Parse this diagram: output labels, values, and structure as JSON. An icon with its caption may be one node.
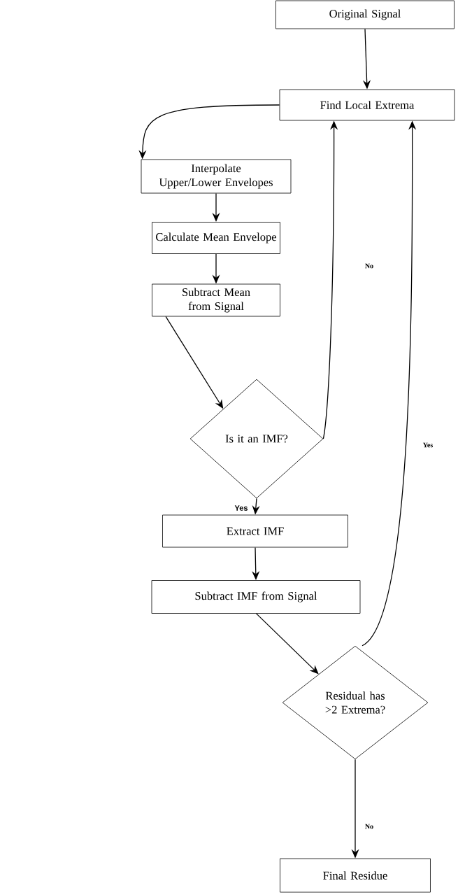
{
  "diagram": {
    "nodes": [
      {
        "text": [
          "Original Signal"
        ]
      },
      {
        "text": [
          "Find Local Extrema"
        ]
      },
      {
        "text": [
          "Interpolate Upper/Lower Envelopes"
        ]
      },
      {
        "text": [
          "Calculate Mean Envelope"
        ]
      },
      {
        "text": [
          "Subtract Mean from Signal"
        ]
      },
      {
        "text": [
          "Is it an IMF?"
        ]
      },
      {
        "text": [
          "Extract IMF"
        ]
      },
      {
        "text": [
          "Subtract IMF from Signal"
        ]
      },
      {
        "text": [
          "Residual has >2 Extrema?"
        ]
      },
      {
        "text": [
          "Final Residue"
        ]
      }
    ],
    "edges": [
      {
        "from": 0,
        "to": 1,
        "arrow": "to"
      },
      {
        "from": 1,
        "to": 2,
        "arrow": "to"
      },
      {
        "from": 2,
        "to": 3,
        "arrow": "to"
      },
      {
        "from": 3,
        "to": 4,
        "arrow": "to"
      },
      {
        "from": 4,
        "to": 5,
        "arrow": "to"
      },
      {
        "from": 5,
        "to": 1,
        "arrow": "to",
        "label": "No"
      },
      {
        "from": 5,
        "to": 6,
        "arrow": "to",
        "label": "Yes"
      },
      {
        "from": 6,
        "to": 7,
        "arrow": "to"
      },
      {
        "from": 7,
        "to": 8,
        "arrow": "to"
      },
      {
        "from": 8,
        "to": 1,
        "arrow": "to",
        "label": "Yes"
      },
      {
        "from": 8,
        "to": 9,
        "arrow": "to",
        "label": "No"
      }
    ]
  }
}
